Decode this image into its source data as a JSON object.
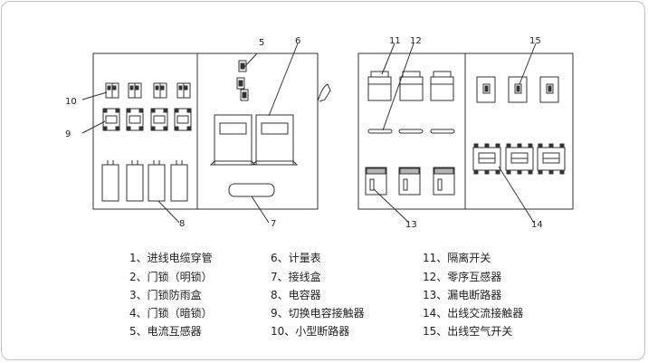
{
  "diagram": {
    "callouts": [
      "5",
      "6",
      "10",
      "9",
      "8",
      "7",
      "11",
      "12",
      "15",
      "13",
      "14"
    ]
  },
  "legend": {
    "columns": [
      [
        "1、进线电缆穿管",
        "2、门锁（明锁）",
        "3、门锁防雨盒",
        "4、门锁（暗锁）",
        "5、电流互感器"
      ],
      [
        "6、计量表",
        "7、接线盒",
        "8、电容器",
        "9、切换电容接触器",
        "10、小型断路器"
      ],
      [
        "11、隔离开关",
        "12、零序互感器",
        "13、漏电断路器",
        "14、出线交流接触器",
        "15、出线空气开关"
      ]
    ]
  },
  "colors": {
    "line": "#333333",
    "fill": "#b3b3b3",
    "frame": "#bfbfbf"
  }
}
